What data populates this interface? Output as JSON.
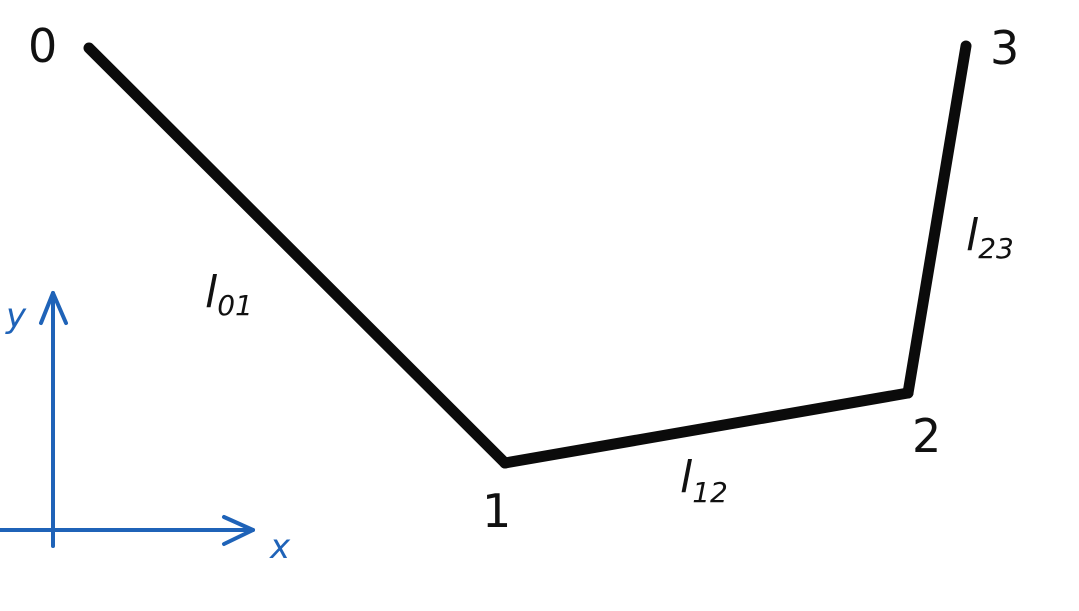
{
  "diagram": {
    "nodes": [
      {
        "id": "0",
        "label": "0"
      },
      {
        "id": "1",
        "label": "1"
      },
      {
        "id": "2",
        "label": "2"
      },
      {
        "id": "3",
        "label": "3"
      }
    ],
    "links": [
      {
        "from": "0",
        "to": "1",
        "main": "l",
        "sub": "01"
      },
      {
        "from": "1",
        "to": "2",
        "main": "l",
        "sub": "12"
      },
      {
        "from": "2",
        "to": "3",
        "main": "l",
        "sub": "23"
      }
    ],
    "axes": {
      "x_label": "x",
      "y_label": "y",
      "color": "#1f63b8"
    },
    "colors": {
      "link": "#0b0b0b",
      "ink": "#111111"
    }
  }
}
